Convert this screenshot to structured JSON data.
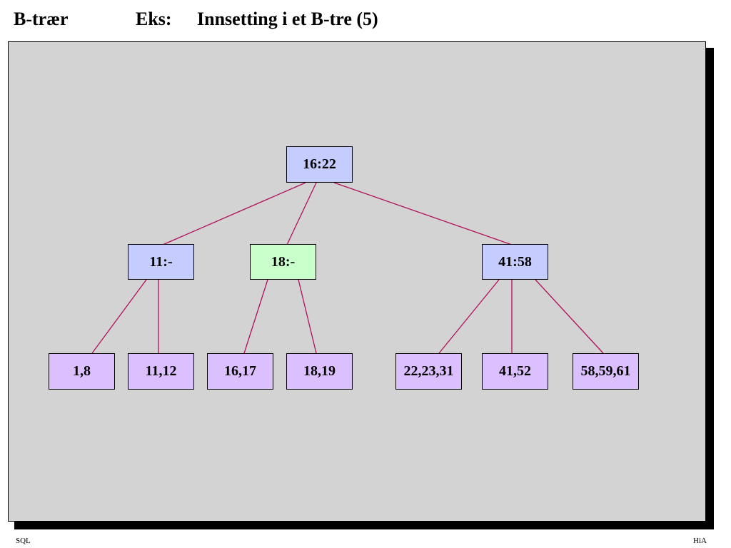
{
  "header": {
    "section": "B-trær",
    "eks": "Eks:",
    "title": "Innsetting i et B-tre   (5)"
  },
  "footer": {
    "left": "SQL",
    "right": "HiA"
  },
  "colors": {
    "panel_bg": "#d3d3d3",
    "internal_node": "#c5cdff",
    "new_node": "#c9ffca",
    "leaf_node": "#dcbfff",
    "edge": "#b0105a"
  },
  "tree": {
    "root": {
      "label": "16:22",
      "kind": "internal"
    },
    "level1": [
      {
        "label": "11:-",
        "kind": "internal"
      },
      {
        "label": "18:-",
        "kind": "new"
      },
      {
        "label": "41:58",
        "kind": "internal"
      }
    ],
    "leaves": [
      {
        "label": "1,8",
        "kind": "leaf"
      },
      {
        "label": "11,12",
        "kind": "leaf"
      },
      {
        "label": "16,17",
        "kind": "leaf"
      },
      {
        "label": "18,19",
        "kind": "leaf"
      },
      {
        "label": "22,23,31",
        "kind": "leaf"
      },
      {
        "label": "41,52",
        "kind": "leaf"
      },
      {
        "label": "58,59,61",
        "kind": "leaf"
      }
    ]
  }
}
